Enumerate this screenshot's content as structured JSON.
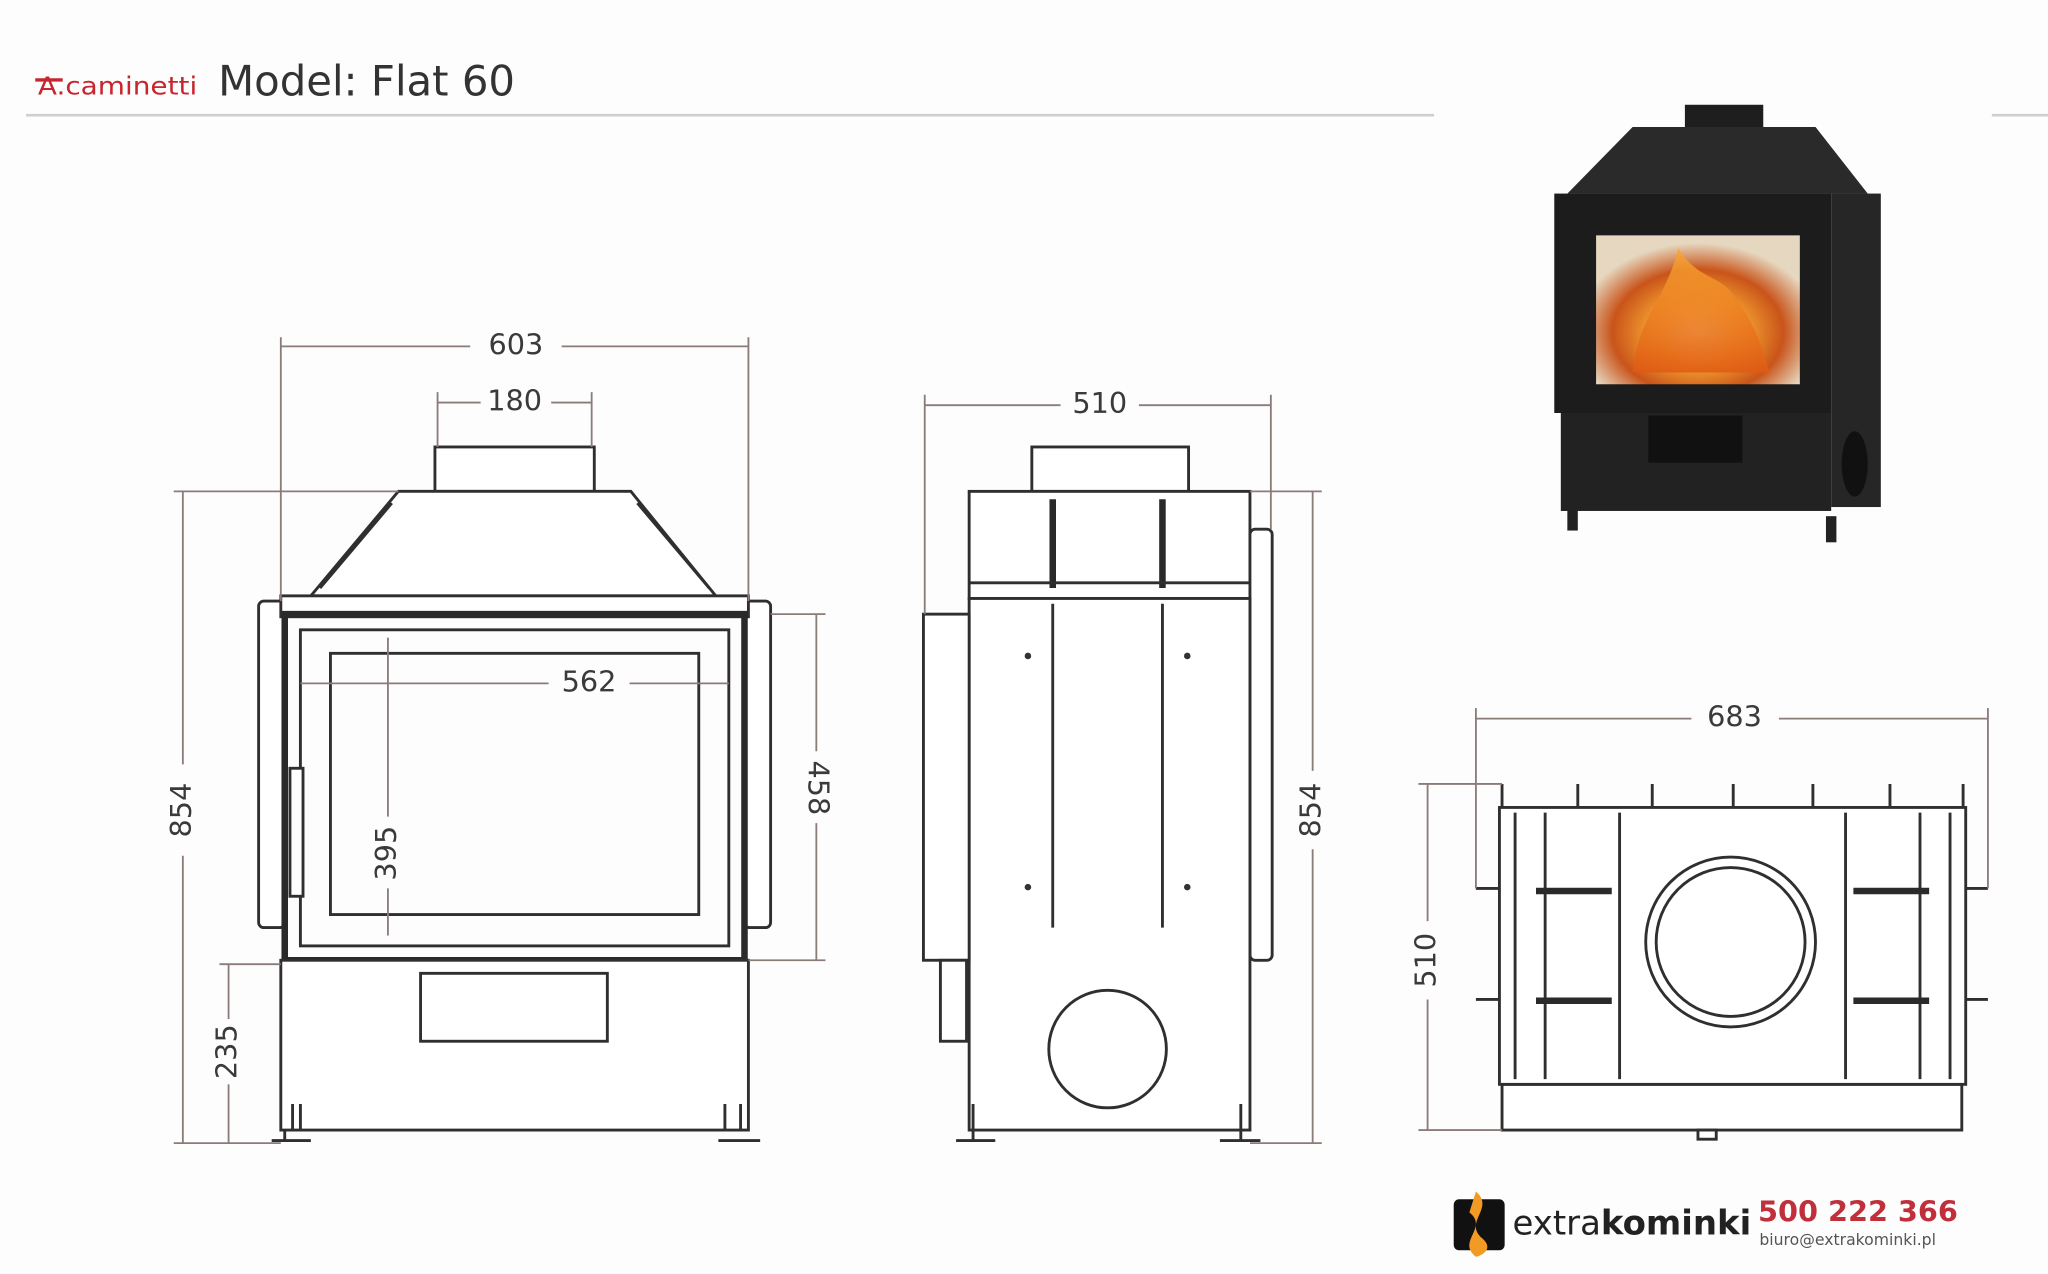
{
  "header": {
    "brand": "A.caminetti",
    "title": "Model: Flat 60"
  },
  "front_view": {
    "width": "603",
    "flue": "180",
    "height": "854",
    "base_height": "235",
    "glass_width": "562",
    "glass_height": "395",
    "door_height": "458"
  },
  "side_view": {
    "depth": "510",
    "height": "854"
  },
  "top_view": {
    "width": "683",
    "depth": "510"
  },
  "footer": {
    "brand_light": "extra",
    "brand_bold": "kominki",
    "phone": "500 222 366",
    "email": "biuro@extrakominki.pl"
  },
  "colors": {
    "brand_red": "#c8262e",
    "phone_red": "#c0303a",
    "dimension": "#8c7c79"
  }
}
